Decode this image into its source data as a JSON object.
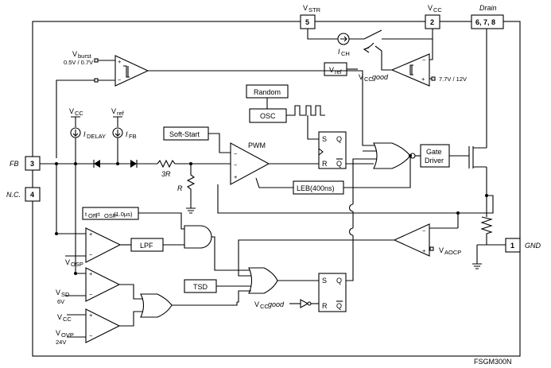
{
  "pins": {
    "vstr": {
      "name": "V",
      "sub": "STR",
      "num": "5"
    },
    "vcc": {
      "name": "V",
      "sub": "CC",
      "num": "2"
    },
    "drain": {
      "name": "Drain",
      "num": "6, 7, 8"
    },
    "fb": {
      "name": "FB",
      "num": "3"
    },
    "nc": {
      "name": "N.C.",
      "num": "4"
    },
    "gnd": {
      "name": "GND",
      "num": "1"
    }
  },
  "blocks": {
    "random": "Random",
    "osc": "OSC",
    "soft_start": "Soft-Start",
    "pwm": "PWM",
    "gate_driver_1": "Gate",
    "gate_driver_2": "Driver",
    "leb": "LEB(400ns)",
    "lpf": "LPF",
    "tsd": "TSD",
    "ton_cond": "t",
    "ton_sub": "ON",
    "ton_mid": "<t",
    "tosp_sub": "OSP",
    "ton_tail": "(1.0μs)",
    "vref_box": "V",
    "vref_box_sub": "ref"
  },
  "labels": {
    "vburst_v": "V",
    "vburst_sub": "burst",
    "vburst_levels": "0.5V / 0.7V",
    "vcc_src_v": "V",
    "vcc_src_sub": "CC",
    "vref_src_v": "V",
    "vref_src_sub": "ref",
    "idelay_i": "I",
    "idelay_sub": "DELAY",
    "ifb_i": "I",
    "ifb_sub": "FB",
    "r3": "3R",
    "r": "R",
    "ich_i": "I",
    "ich_sub": "CH",
    "vcc_good": "good",
    "vcc_good_v": "V",
    "vcc_good_sub": "CC",
    "uvlo_levels": "7.7V / 12V",
    "vosp_v": "V",
    "vosp_sub": "OSP",
    "vsd_v": "V",
    "vsd_sub": "SD",
    "vsd_level": "6V",
    "vcc2_v": "V",
    "vcc2_sub": "CC",
    "vovp_v": "V",
    "vovp_sub": "OVP",
    "vovp_level": "24V",
    "vaocp_v": "V",
    "vaocp_sub": "AOCP",
    "vcc_good2_v": "V",
    "vcc_good2_sub": "CC",
    "vcc_good2": "good",
    "ff_s": "S",
    "ff_r": "R",
    "ff_q": "Q",
    "ff_qbar": "Q",
    "part_number": "FSGM300N"
  }
}
